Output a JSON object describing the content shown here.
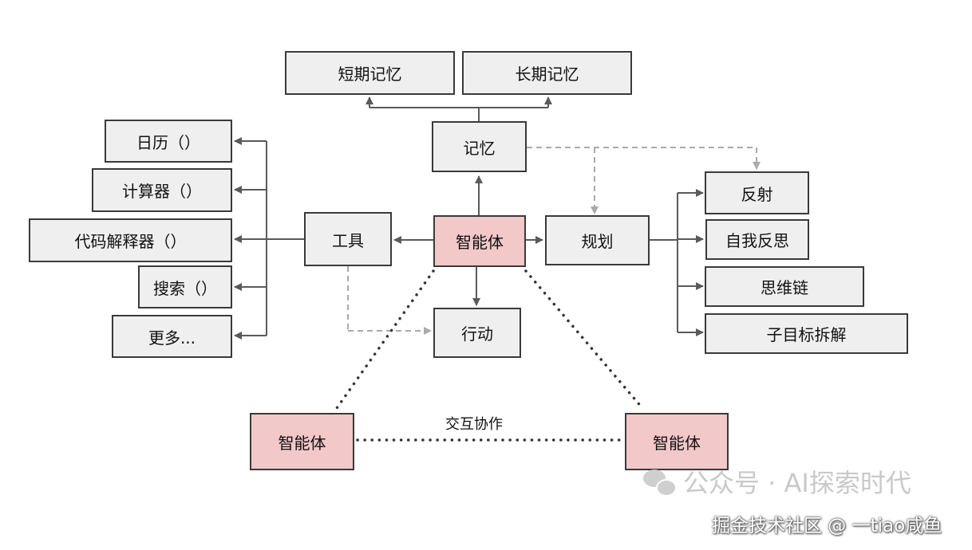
{
  "nodes": {
    "short_term_memory": "短期记忆",
    "long_term_memory": "长期记忆",
    "memory": "记忆",
    "agent_center": "智能体",
    "tools": "工具",
    "planning": "规划",
    "action": "行动",
    "calendar": "日历（）",
    "calculator": "计算器（）",
    "code_interpreter": "代码解释器（）",
    "search": "搜索（）",
    "more": "更多...",
    "reflection": "反射",
    "self_reflection": "自我反思",
    "chain_of_thought": "思维链",
    "subgoal_decomposition": "子目标拆解",
    "agent_left": "智能体",
    "agent_right": "智能体"
  },
  "edge_labels": {
    "interaction": "交互协作"
  },
  "watermarks": {
    "wechat": "公众号 · AI探索时代",
    "juejin": "掘金技术社区 @ 一tiao咸鱼"
  },
  "colors": {
    "box_fill": "#efefef",
    "agent_fill": "#f2c8c8",
    "border": "#3a3a3a",
    "arrow": "#5a5a5a",
    "dashed": "#aaaaaa",
    "dotted": "#333333"
  }
}
